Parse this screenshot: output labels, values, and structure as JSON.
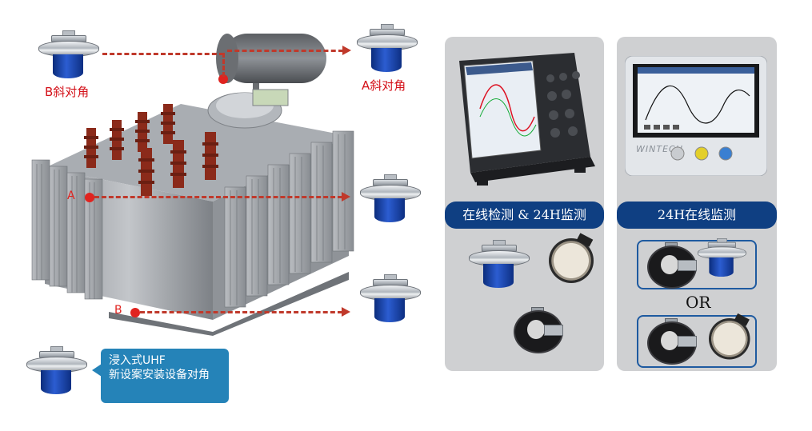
{
  "labels": {
    "b_diagonal": "B斜对角",
    "a_diagonal": "A斜对角",
    "point_a": "A",
    "point_b": "B"
  },
  "callout": {
    "line1": "浸入式UHF",
    "line2": "新设案安装设备对角"
  },
  "panel_left": {
    "banner": "在线检测 & 24H监测"
  },
  "panel_right": {
    "banner": "24H在线监测",
    "or_text": "OR",
    "device_brand": "WINTECH"
  },
  "colors": {
    "arrow": "#c0392b",
    "marker": "#e0231f",
    "label_red": "#d4121a",
    "banner_blue": "#0f3f82",
    "callout_blue": "#2583b8",
    "panel_gray": "#cfd0d2",
    "sensor_blue": "#1f4fbf"
  },
  "icons": [
    "uhf-sensor-icon",
    "hfct-clamp-icon",
    "tev-sensor-icon",
    "oscilloscope-icon",
    "monitor-terminal-icon"
  ]
}
